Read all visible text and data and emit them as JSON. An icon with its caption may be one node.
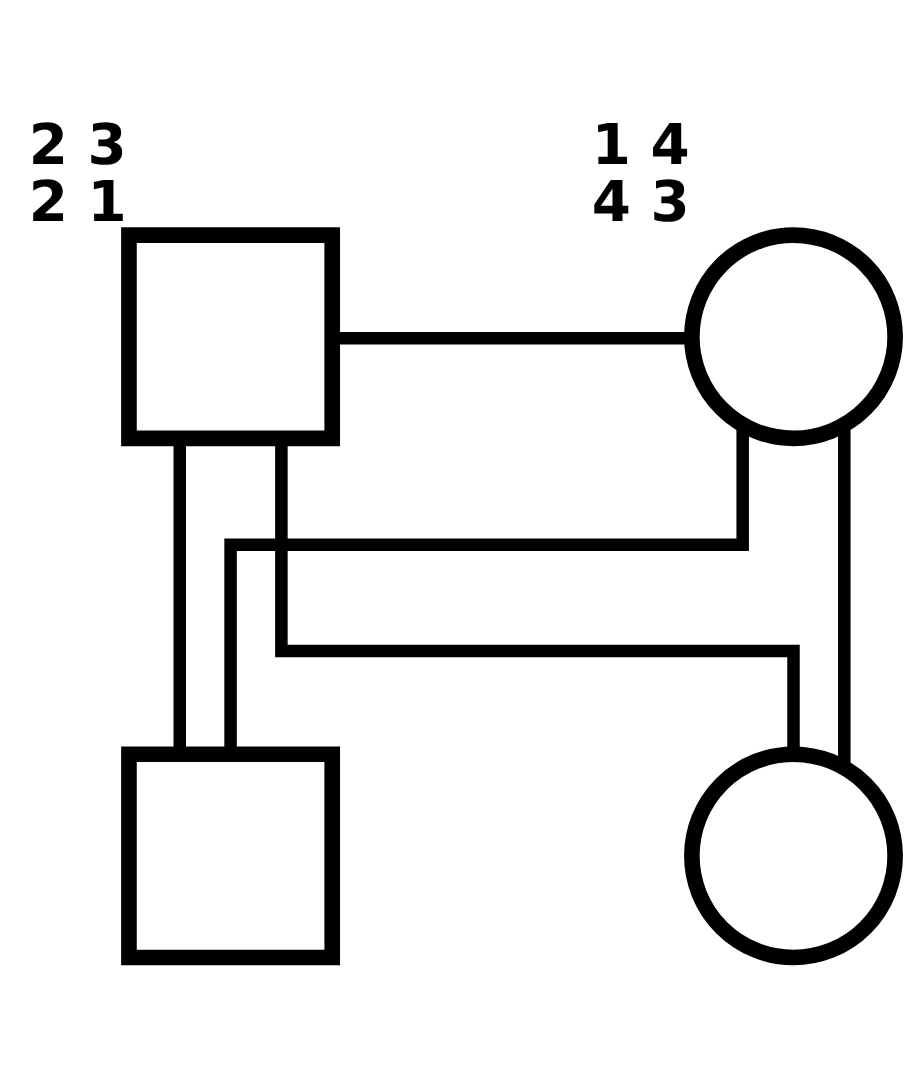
{
  "diagram": {
    "nodes": [
      {
        "text": [],
        "shape": "box",
        "beside": [
          "2 3",
          "2 1"
        ]
      },
      {
        "text": [],
        "shape": "circle",
        "beside": [
          "1 4",
          "4 3"
        ]
      },
      {
        "text": [],
        "shape": "box"
      },
      {
        "text": [],
        "shape": "circle"
      }
    ],
    "edges": [
      {
        "from": 0,
        "to": 1,
        "arrow": "none"
      },
      {
        "from": 0,
        "to": 2,
        "arrow": "none"
      },
      {
        "from": 0,
        "to": 3,
        "arrow": "none"
      },
      {
        "from": 1,
        "to": 2,
        "arrow": "none"
      },
      {
        "from": 1,
        "to": 3,
        "arrow": "none"
      }
    ]
  }
}
